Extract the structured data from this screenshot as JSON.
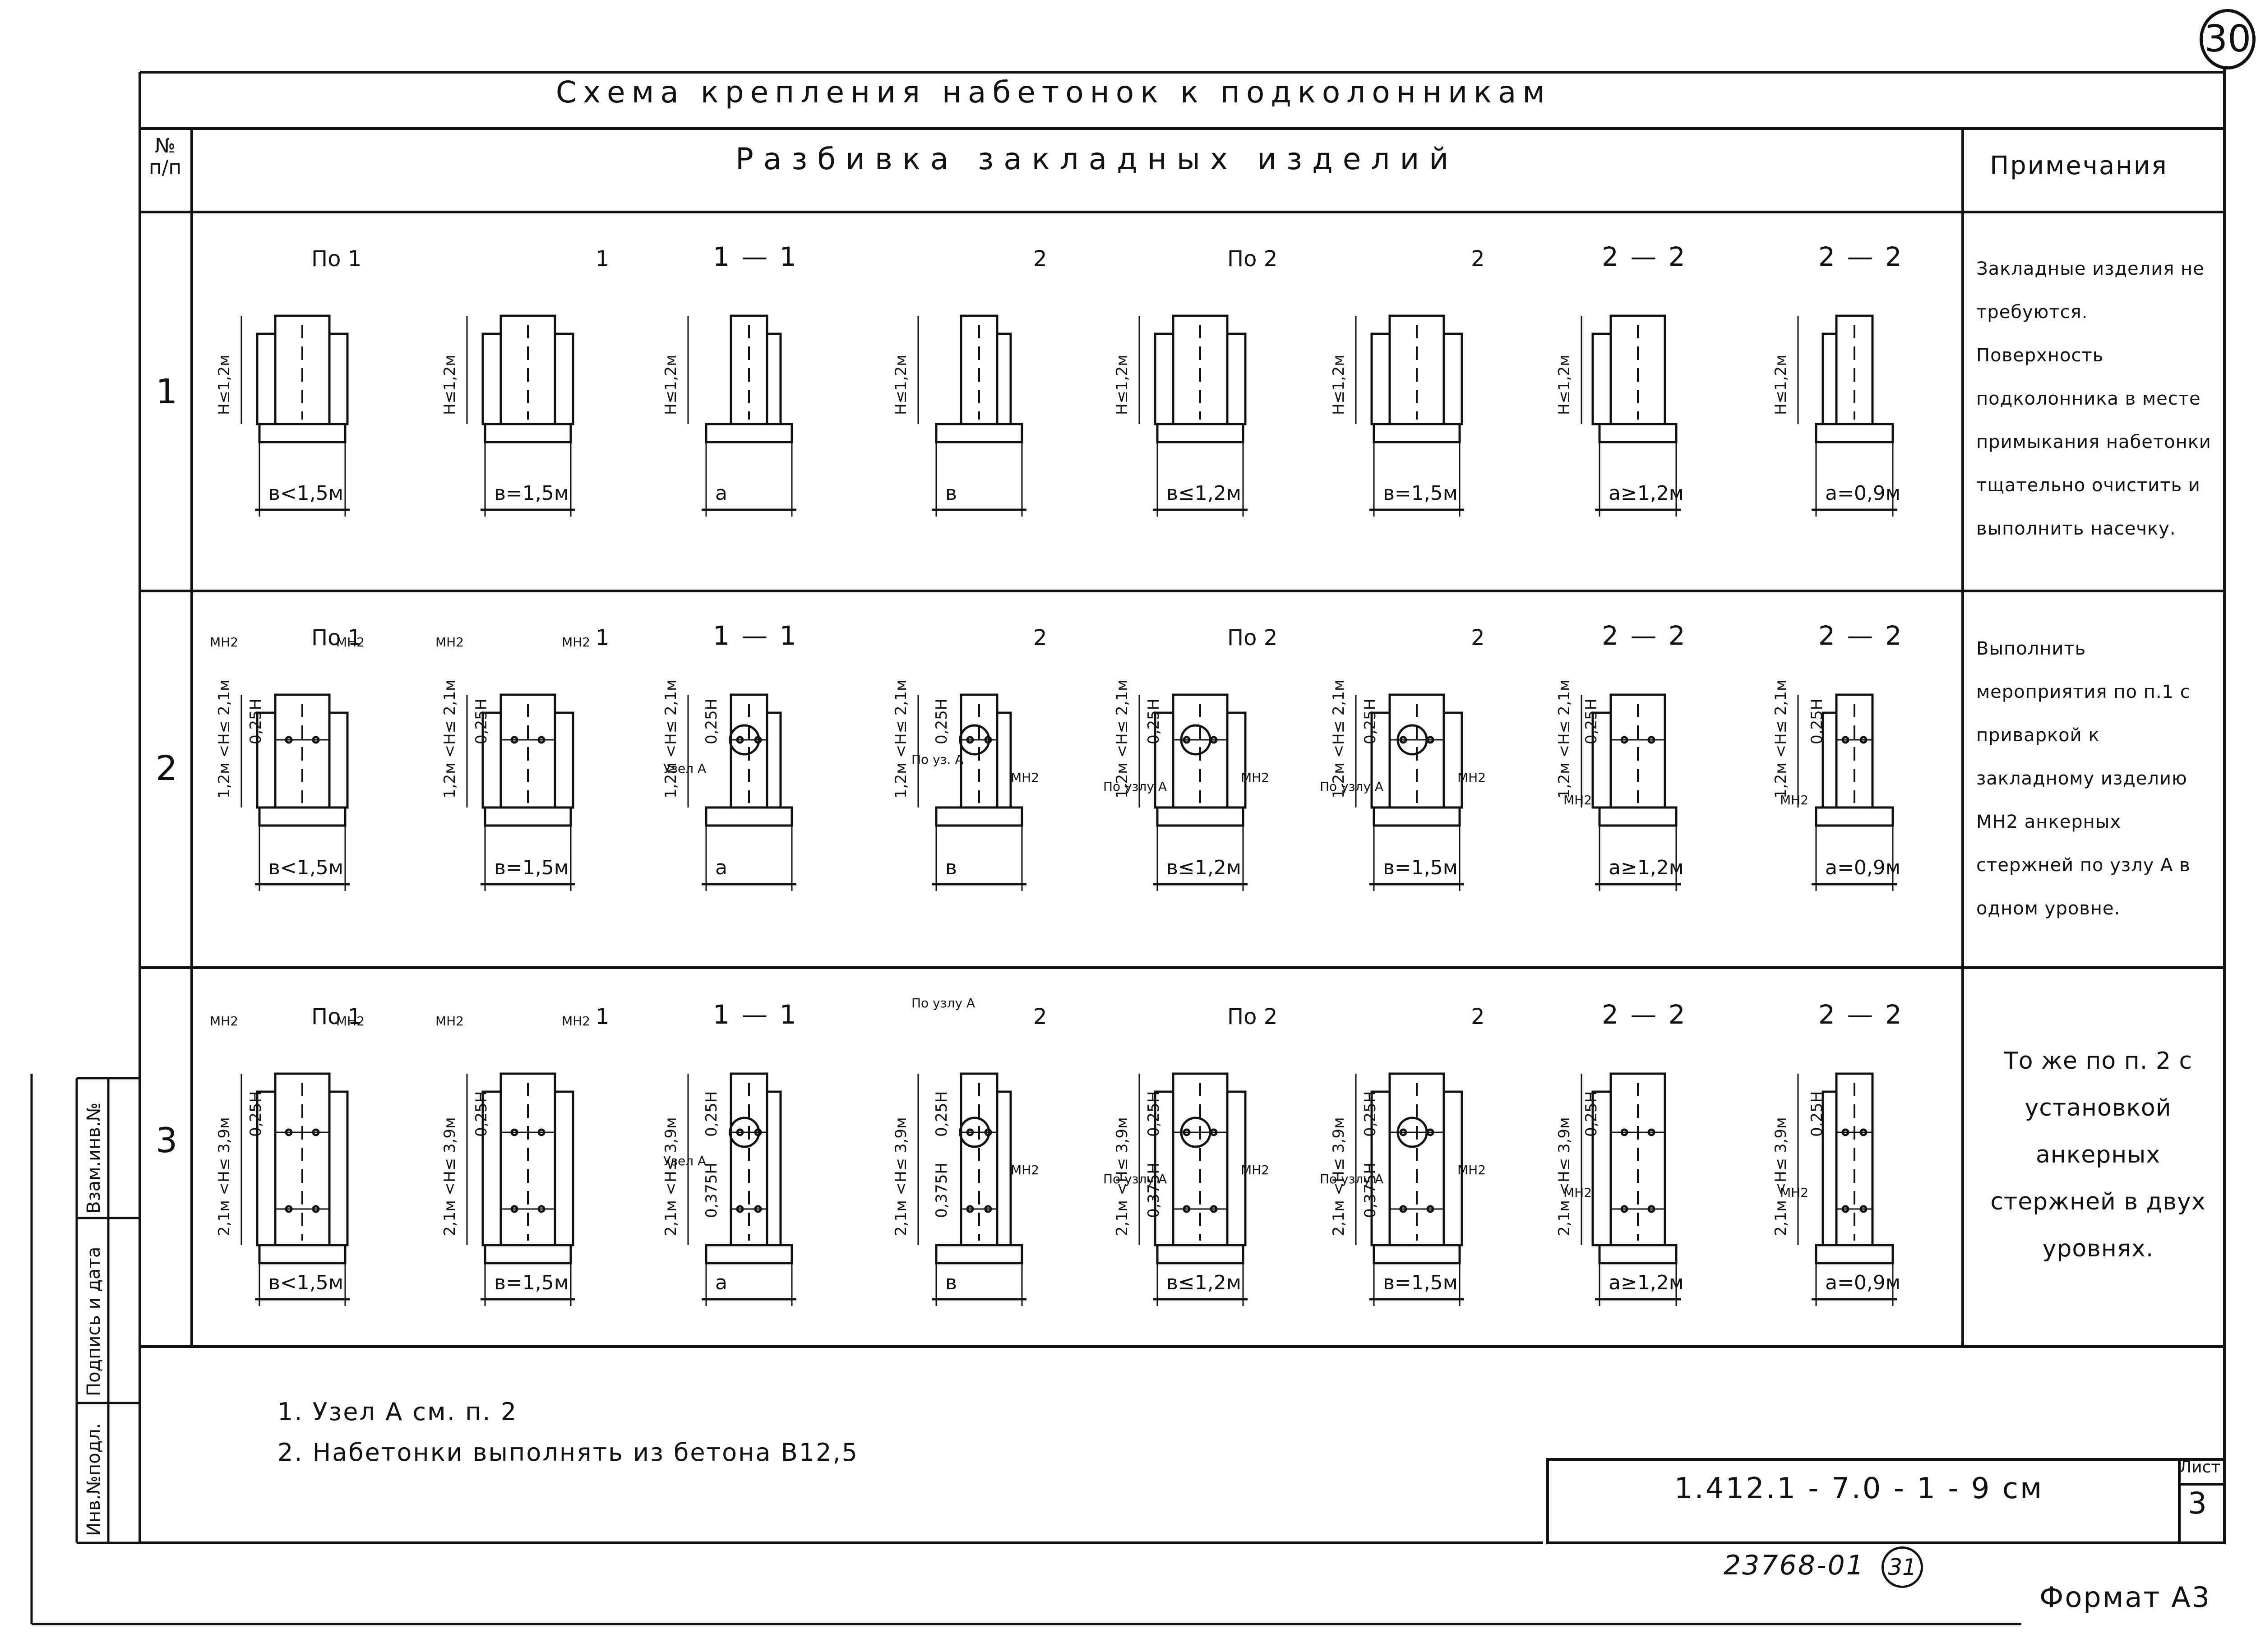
{
  "sheet_number": "30",
  "title": "Схема крепления набетонок к подколонникам",
  "header": {
    "number_col": "№ п/п",
    "main_col": "Разбивка закладных изделий",
    "notes_col": "Примечания"
  },
  "side_stamp": {
    "inv_podl": "Инв.№подл.",
    "podpis_data": "Подпись и дата",
    "vzam_inv": "Взам.инв.№"
  },
  "rows": [
    {
      "number": "1",
      "note": "Закладные изделия не требуются. Поверхность подколонника в месте примыкания набетонки тщательно очистить и выполнить насечку."
    },
    {
      "number": "2",
      "note": "Выполнить мероприятия по п.1 с приваркой к закладному изделию МН2 анкерных стержней по узлу А в одном уровне."
    },
    {
      "number": "3",
      "note": "То же по п. 2 с установкой анкерных стержней в двух уровнях."
    }
  ],
  "drawing_labels": {
    "section_11": "1 — 1",
    "section_22": "2 — 2",
    "po_1": "По 1",
    "po_2": "По 2",
    "mark_1": "1",
    "mark_2": "2",
    "mn2": "МН2",
    "uzel_a": "Узел А",
    "po_uzlu_a": "По узлу А",
    "po_uz_a": "По уз. А",
    "h_le_12": "H≤1,2м",
    "h_range_21": "1,2м <H≤ 2,1м",
    "h_range_39": "2,1м <H≤ 3,9м",
    "d025h": "0,25H",
    "d0375h": "0,375H",
    "b_lt_15": "в<1,5м",
    "b_eq_15": "в=1,5м",
    "b_le_12": "в≤1,2м",
    "a": "а",
    "b": "в",
    "a_ge_12": "а≥1,2м",
    "a_eq_09": "а=0,9м"
  },
  "footnotes": {
    "n1": "1. Узел А см. п. 2",
    "n2": "2. Набетонки выполнять из бетона В12,5"
  },
  "stamp": {
    "code": "1.412.1 - 7.0 - 1 - 9 см",
    "list_label": "Лист",
    "list_number": "3"
  },
  "inventory": "23768-01",
  "inventory_circle": "31",
  "format": "Формат А3"
}
